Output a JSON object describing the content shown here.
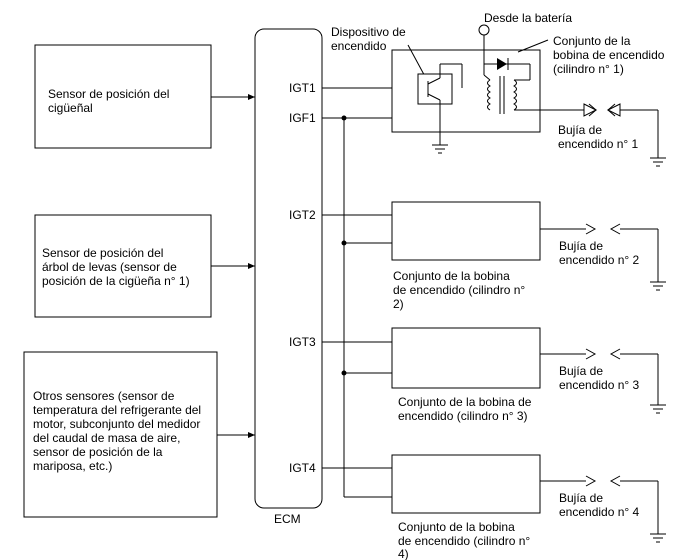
{
  "sensors": {
    "crank": [
      "Sensor de posición del",
      "cigüeñal"
    ],
    "cam": [
      "Sensor de posición del",
      "árbol de levas (sensor de",
      "posición de la cigüeña n° 1)"
    ],
    "others": [
      "Otros sensores (sensor de",
      "temperatura del refrigerante del",
      "motor, subconjunto del medidor",
      "del caudal de masa de aire,",
      "sensor de posición de la",
      "mariposa, etc.)"
    ]
  },
  "ecm": {
    "label": "ECM",
    "pins": {
      "igt1": "IGT1",
      "igf1": "IGF1",
      "igt2": "IGT2",
      "igt3": "IGT3",
      "igt4": "IGT4"
    }
  },
  "top": {
    "battery": "Desde la batería",
    "igniter": [
      "Dispositivo de",
      "encendido"
    ],
    "coil1": [
      "Conjunto de la",
      "bobina de encendido",
      "(cilindro n° 1)"
    ]
  },
  "plugs": {
    "p1": [
      "Bujía de",
      "encendido n° 1"
    ],
    "p2": [
      "Bujía de",
      "encendido n° 2"
    ],
    "p3": [
      "Bujía de",
      "encendido n° 3"
    ],
    "p4": [
      "Bujía de",
      "encendido n° 4"
    ]
  },
  "coils": {
    "c2": [
      "Conjunto de la bobina",
      "de encendido (cilindro n°",
      "2)"
    ],
    "c3": [
      "Conjunto de la bobina de",
      "encendido (cilindro n° 3)"
    ],
    "c4": [
      "Conjunto de la bobina",
      "de encendido (cilindro n°",
      "4)"
    ]
  }
}
